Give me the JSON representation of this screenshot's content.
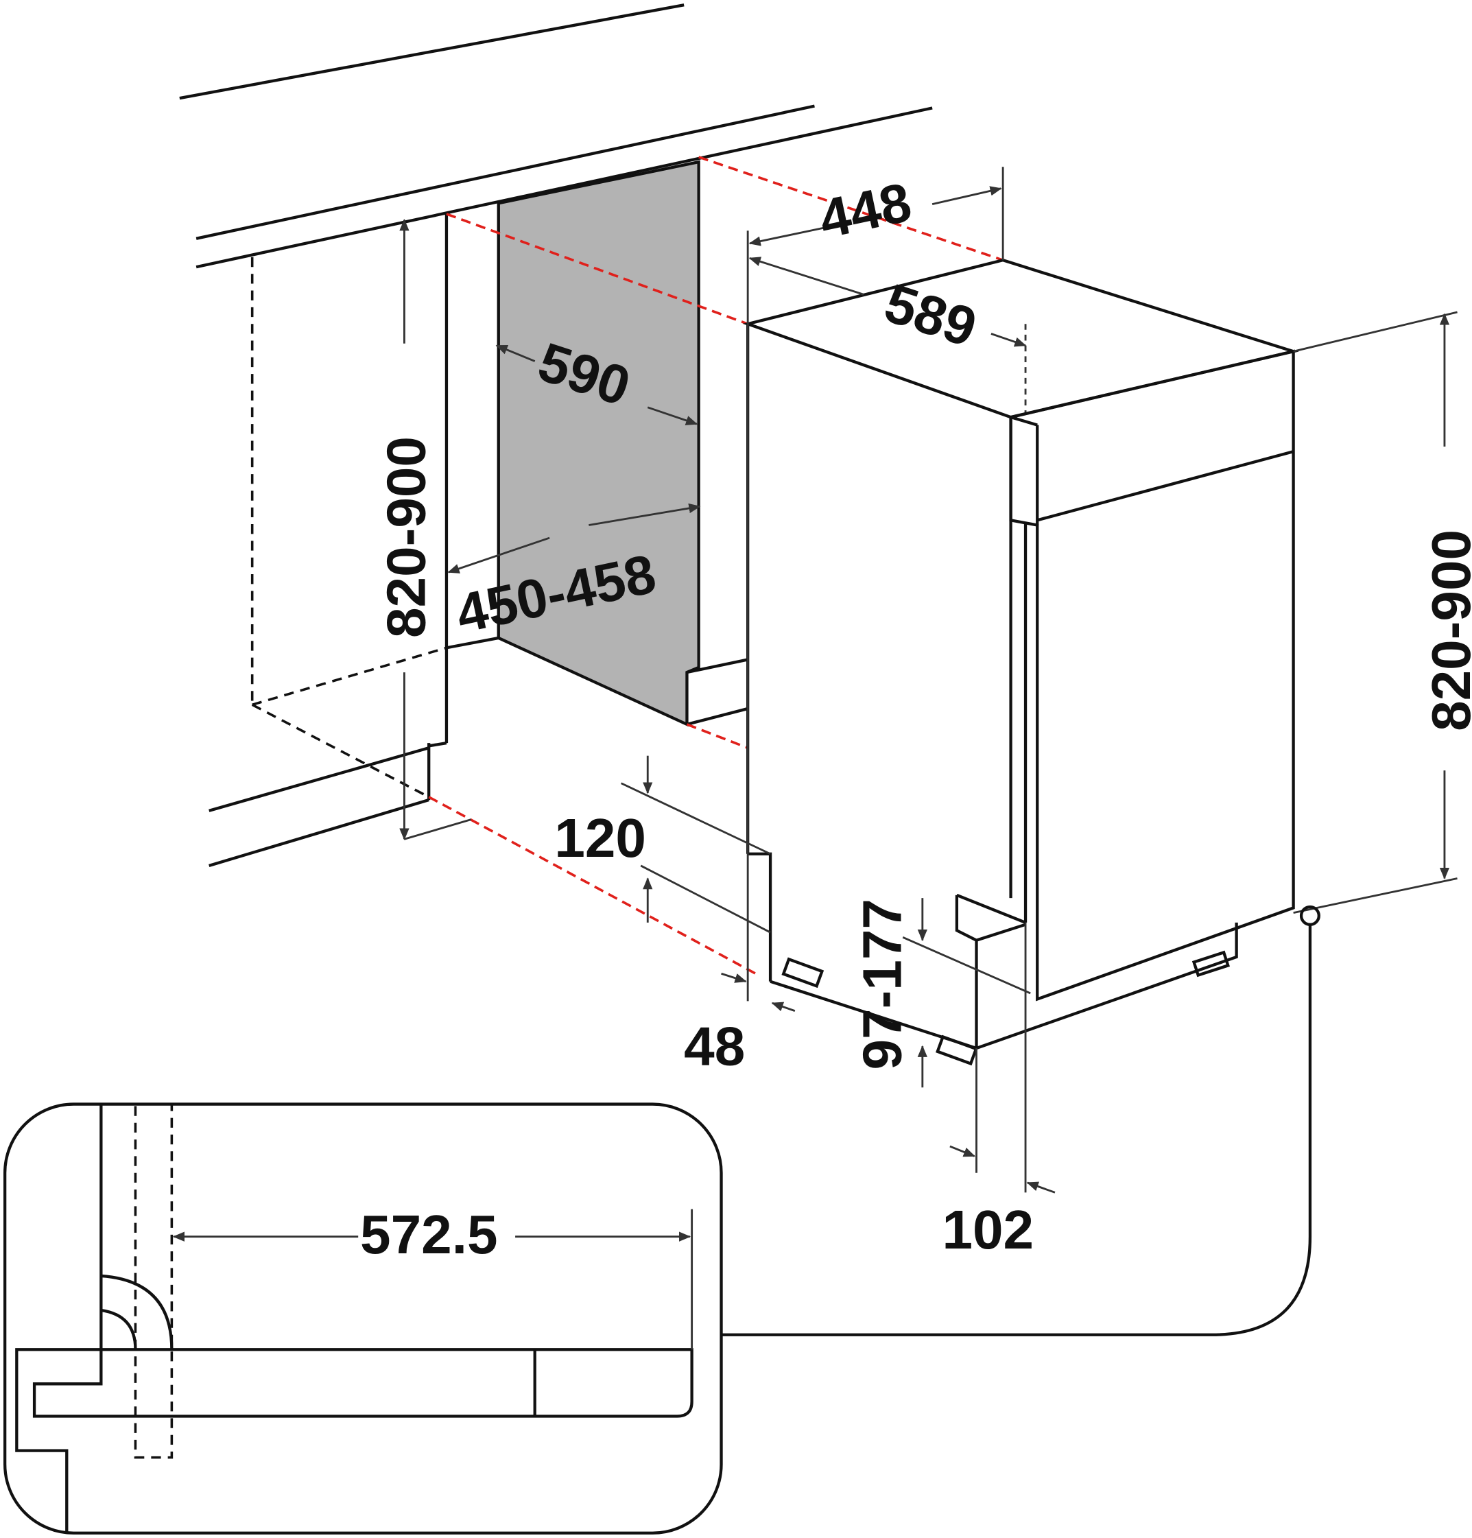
{
  "title": "Dishwasher installation dimensions (mm)",
  "colors": {
    "line": "#111111",
    "panel": "#b3b3b3",
    "guide": "#e0201b"
  },
  "dimensions": {
    "appliance_width": "448",
    "appliance_depth": "589",
    "niche_depth": "590",
    "niche_width": "450-458",
    "niche_height": "820-900",
    "appliance_height": "820-900",
    "plinth_height": "120",
    "plinth_offset": "48",
    "kick_height": "97-177",
    "door_offset": "102",
    "inset_depth": "572.5"
  }
}
